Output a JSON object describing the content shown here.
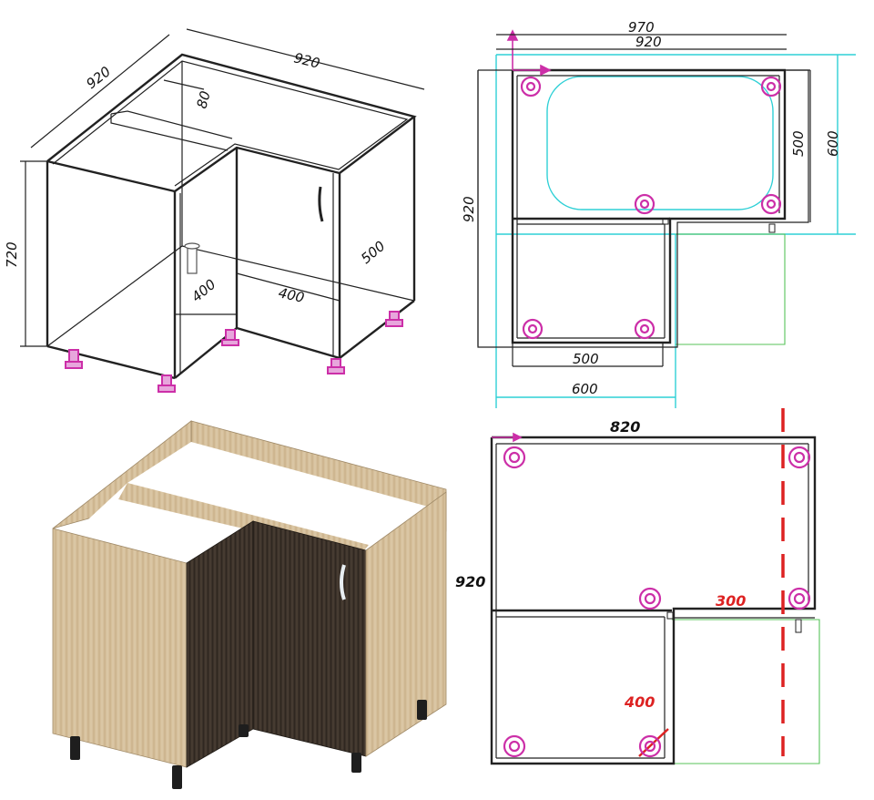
{
  "colors": {
    "line": "#222222",
    "cyan_guides": "#2fd0d6",
    "green_guides": "#57c35a",
    "feet": "#cc2fa8",
    "red_annotations": "#dd2222",
    "oak_panel": "#d4bd98",
    "wenge_door": "#3a3128"
  },
  "iso_wire": {
    "dim_depth": "920",
    "dim_width": "920",
    "dim_rail": "80",
    "dim_height": "720",
    "dim_side": "500",
    "dim_inner_left": "400",
    "dim_inner_front": "400"
  },
  "plan_top": {
    "dim_outer_width": "970",
    "dim_inner_width": "920",
    "dim_depth_right": "500",
    "dim_depth_outer": "600",
    "dim_left_height": "920",
    "dim_bottom_inner": "500",
    "dim_bottom_outer": "600"
  },
  "plan_bottom": {
    "dim_width": "820",
    "dim_height": "920",
    "dim_offset": "300",
    "dim_door": "400"
  },
  "render": {
    "handle_icon": "handle-icon"
  }
}
